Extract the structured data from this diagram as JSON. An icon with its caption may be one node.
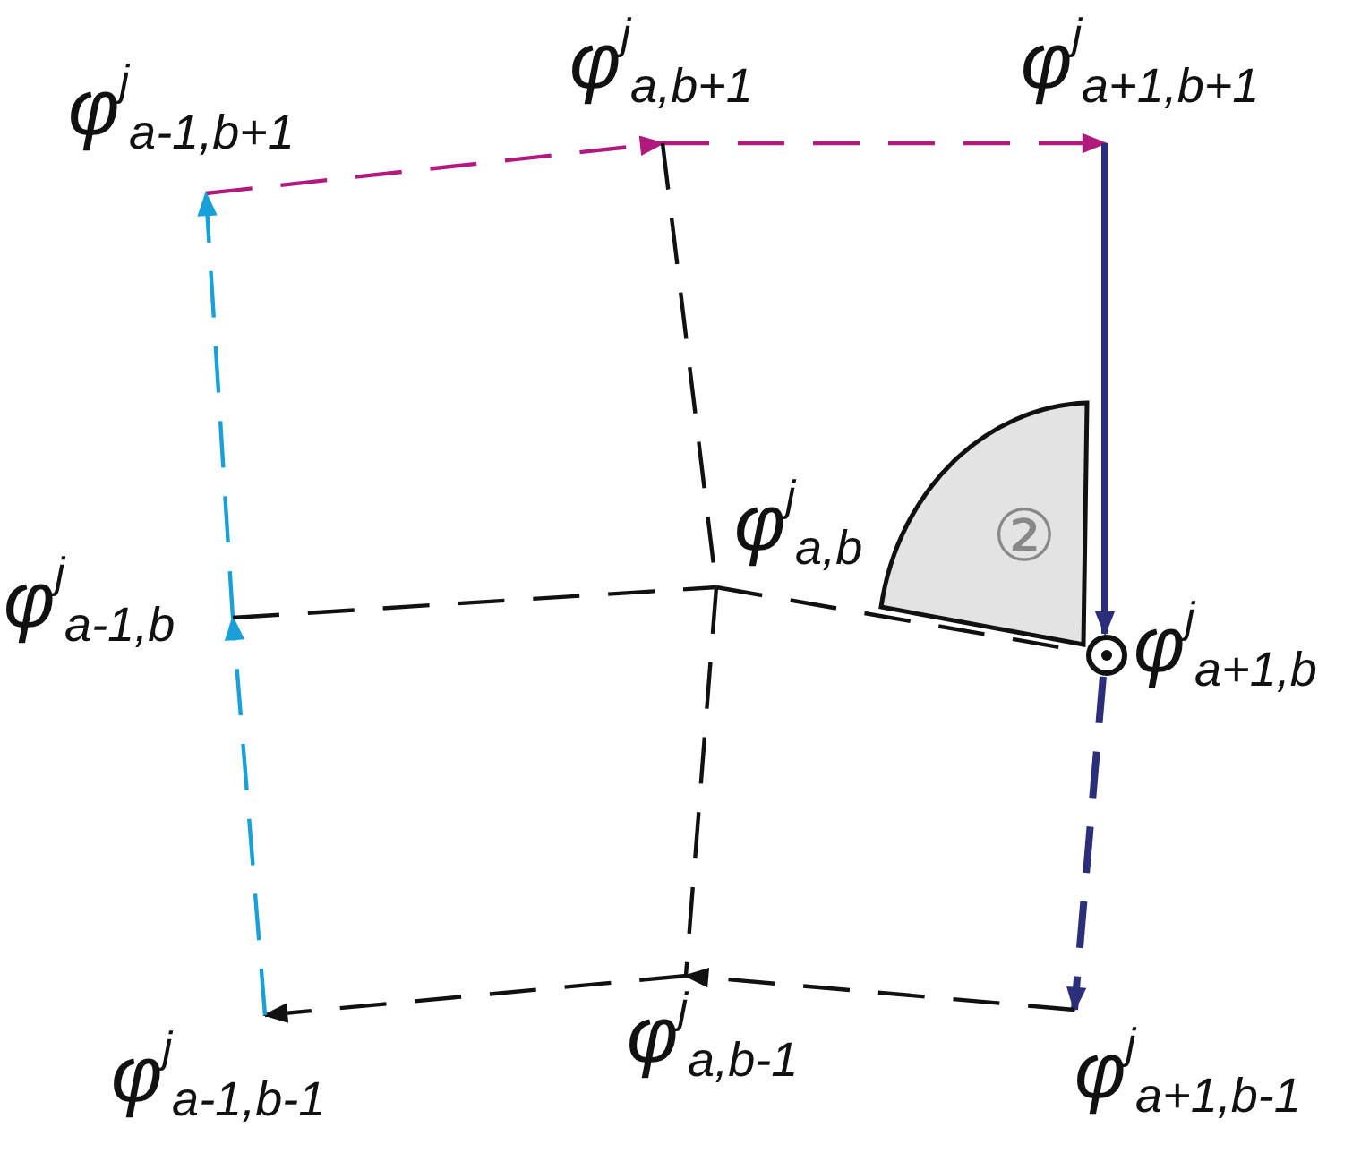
{
  "diagram": {
    "nodes": [
      {
        "text": [
          "φ$^{j}$$_{a-1,b+1}$"
        ]
      },
      {
        "text": [
          "φ$^{j}$$_{a,b+1}$"
        ]
      },
      {
        "text": [
          "φ$^{j}$$_{a+1,b+1}$"
        ]
      },
      {
        "text": [
          "②"
        ]
      },
      {
        "text": [
          "φ$^{j}$$_{a-1,b}$"
        ]
      },
      {
        "text": [
          "φ$^{j}$$_{a,b}$"
        ]
      },
      {
        "text": [
          "φ$^{j}$$_{a+1,b}$"
        ]
      },
      {
        "text": [
          "φ$^{j}$$_{a-1,b-1}$"
        ]
      },
      {
        "text": [
          "φ$^{j}$$_{a,b-1}$"
        ]
      },
      {
        "text": [
          "φ$^{j}$$_{a+1,b-1}$"
        ]
      }
    ],
    "edges": [
      {
        "from": 0,
        "to": 1,
        "arrow": "to",
        "style": "dashed",
        "color": "#b0197e"
      },
      {
        "from": 1,
        "to": 2,
        "arrow": "to",
        "style": "dashed",
        "color": "#b0197e"
      },
      {
        "from": 2,
        "to": 6,
        "arrow": "to",
        "style": "thick",
        "color": "#2b2f7a"
      },
      {
        "from": 6,
        "to": 9,
        "arrow": "to",
        "style": "dashed",
        "color": "#2b2f7a"
      },
      {
        "from": 9,
        "to": 8,
        "arrow": "to",
        "style": "dashed"
      },
      {
        "from": 8,
        "to": 7,
        "arrow": "to",
        "style": "dashed"
      },
      {
        "from": 7,
        "to": 4,
        "arrow": "to",
        "style": "dashed",
        "color": "#1aa0d8"
      },
      {
        "from": 4,
        "to": 0,
        "arrow": "to",
        "style": "dashed",
        "color": "#1aa0d8"
      },
      {
        "from": 4,
        "to": 5,
        "arrow": "none",
        "style": "dashed"
      },
      {
        "from": 5,
        "to": 6,
        "arrow": "none",
        "style": "dashed"
      },
      {
        "from": 1,
        "to": 5,
        "arrow": "none",
        "style": "dashed"
      },
      {
        "from": 5,
        "to": 8,
        "arrow": "none",
        "style": "dashed"
      }
    ]
  }
}
